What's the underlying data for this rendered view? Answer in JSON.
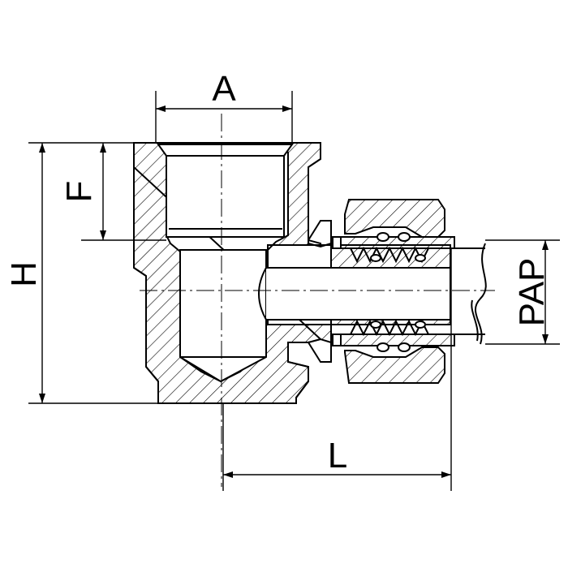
{
  "dimensions": {
    "A": "A",
    "F": "F",
    "H": "H",
    "L": "L",
    "PAP": "PAP"
  },
  "colors": {
    "ink": "#000000",
    "background": "#ffffff"
  }
}
